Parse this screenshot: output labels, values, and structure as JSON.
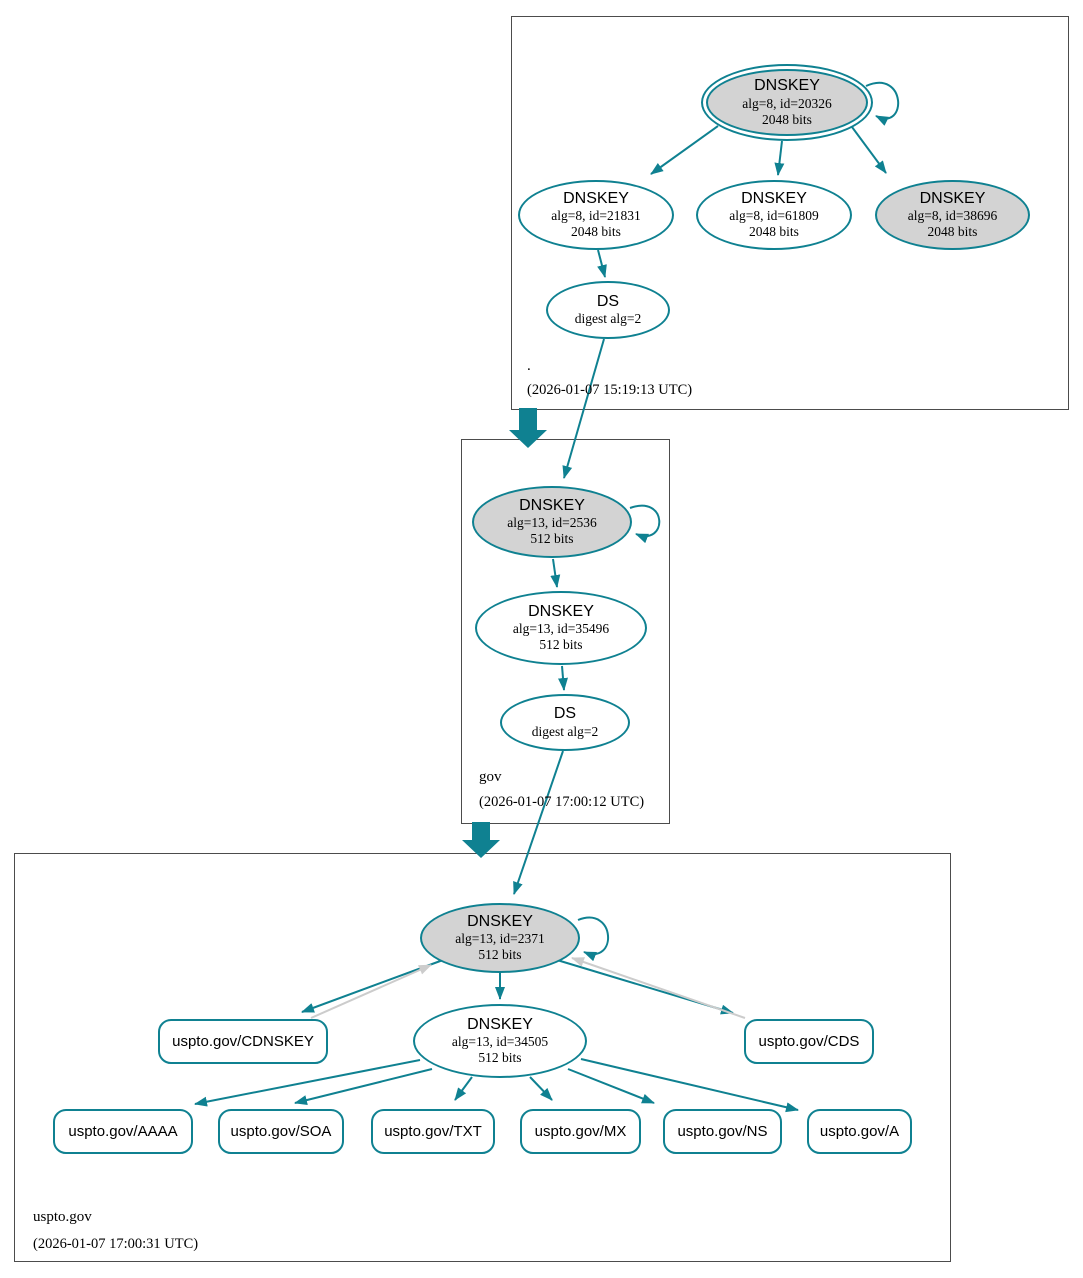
{
  "zone_root": {
    "label": ".",
    "timestamp": "(2026-01-07 15:19:13 UTC)",
    "ksk": {
      "type": "DNSKEY",
      "detail": "alg=8, id=20326",
      "bits": "2048 bits"
    },
    "key1": {
      "type": "DNSKEY",
      "detail": "alg=8, id=21831",
      "bits": "2048 bits"
    },
    "key2": {
      "type": "DNSKEY",
      "detail": "alg=8, id=61809",
      "bits": "2048 bits"
    },
    "key3": {
      "type": "DNSKEY",
      "detail": "alg=8, id=38696",
      "bits": "2048 bits"
    },
    "ds": {
      "type": "DS",
      "detail": "digest alg=2"
    }
  },
  "zone_gov": {
    "label": "gov",
    "timestamp": "(2026-01-07 17:00:12 UTC)",
    "ksk": {
      "type": "DNSKEY",
      "detail": "alg=13, id=2536",
      "bits": "512 bits"
    },
    "zsk": {
      "type": "DNSKEY",
      "detail": "alg=13, id=35496",
      "bits": "512 bits"
    },
    "ds": {
      "type": "DS",
      "detail": "digest alg=2"
    }
  },
  "zone_uspto": {
    "label": "uspto.gov",
    "timestamp": "(2026-01-07 17:00:31 UTC)",
    "ksk": {
      "type": "DNSKEY",
      "detail": "alg=13, id=2371",
      "bits": "512 bits"
    },
    "zsk": {
      "type": "DNSKEY",
      "detail": "alg=13, id=34505",
      "bits": "512 bits"
    },
    "rrsets": {
      "cdnskey": "uspto.gov/CDNSKEY",
      "cds": "uspto.gov/CDS",
      "aaaa": "uspto.gov/AAAA",
      "soa": "uspto.gov/SOA",
      "txt": "uspto.gov/TXT",
      "mx": "uspto.gov/MX",
      "ns": "uspto.gov/NS",
      "a": "uspto.gov/A"
    }
  },
  "colors": {
    "teal": "#0f8191",
    "node-fill": "#d3d3d3",
    "gray-arrow": "#cccccc",
    "box-border": "#4c4c4c"
  }
}
